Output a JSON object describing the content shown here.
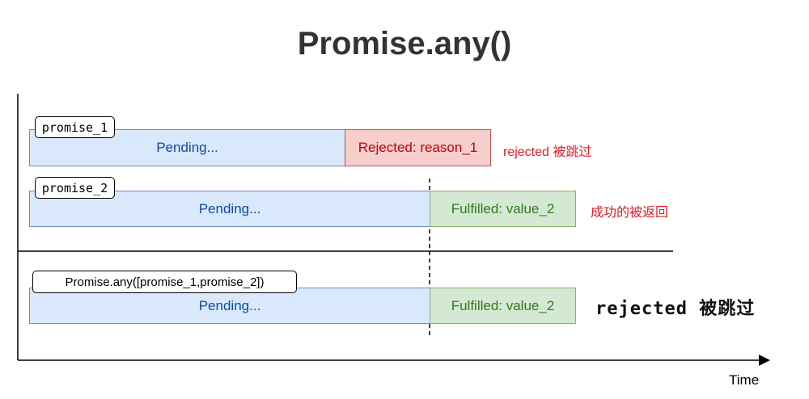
{
  "title": "Promise.any()",
  "rows": [
    {
      "tag": "promise_1",
      "pending_label": "Pending...",
      "result_label": "Rejected: reason_1",
      "result_state": "rejected",
      "note": "rejected 被跳过"
    },
    {
      "tag": "promise_2",
      "pending_label": "Pending...",
      "result_label": "Fulfilled: value_2",
      "result_state": "fulfilled",
      "note": "成功的被返回"
    },
    {
      "tag": "Promise.any([promise_1,promise_2])",
      "pending_label": "Pending...",
      "result_label": "Fulfilled: value_2",
      "result_state": "fulfilled",
      "note": "rejected 被跳过"
    }
  ],
  "axis": {
    "x_label": "Time"
  },
  "colors": {
    "pending_fill": "#dae8fc",
    "rejected_fill": "#f8cecc",
    "fulfilled_fill": "#d5e8d4",
    "note_red": "#e0202a"
  }
}
